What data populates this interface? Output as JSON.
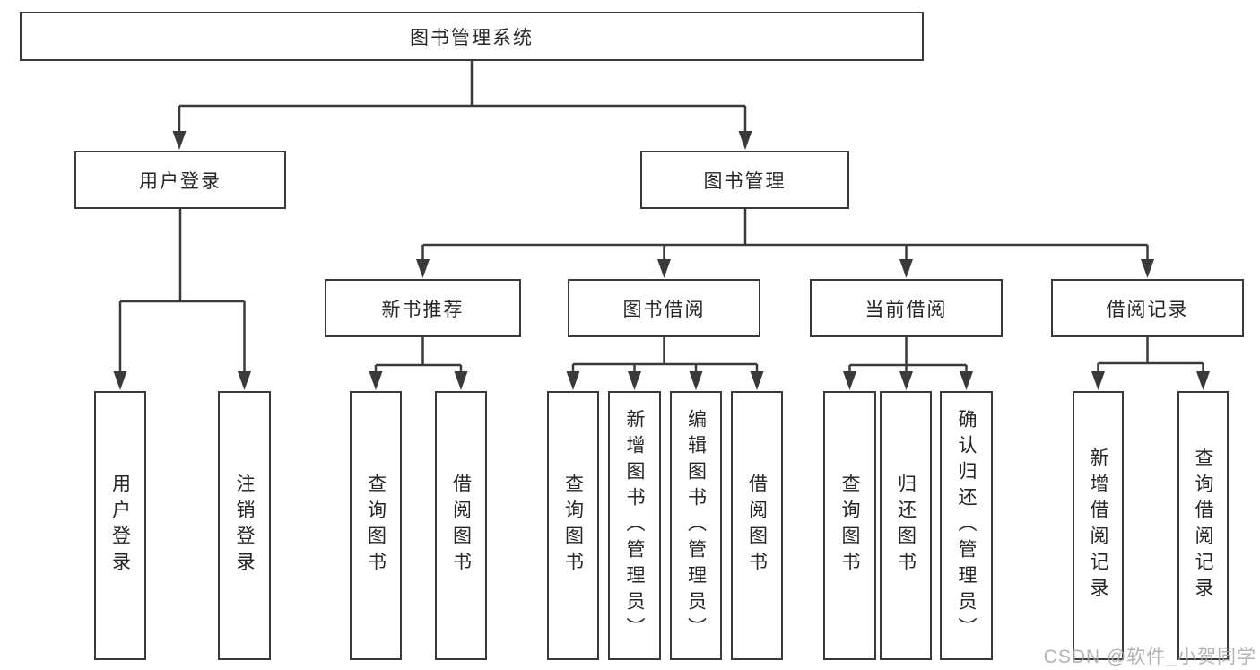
{
  "diagram": {
    "type": "hierarchy-tree",
    "root": {
      "label": "图书管理系统",
      "children": [
        {
          "label": "用户登录",
          "children": [
            {
              "label": "用户登录"
            },
            {
              "label": "注销登录"
            }
          ]
        },
        {
          "label": "图书管理",
          "children": [
            {
              "label": "新书推荐",
              "children": [
                {
                  "label": "查询图书"
                },
                {
                  "label": "借阅图书"
                }
              ]
            },
            {
              "label": "图书借阅",
              "children": [
                {
                  "label": "查询图书"
                },
                {
                  "label": "新增图书（管理员）"
                },
                {
                  "label": "编辑图书（管理员）"
                },
                {
                  "label": "借阅图书"
                }
              ]
            },
            {
              "label": "当前借阅",
              "children": [
                {
                  "label": "查询图书"
                },
                {
                  "label": "归还图书"
                },
                {
                  "label": "确认归还（管理员）"
                }
              ]
            },
            {
              "label": "借阅记录",
              "children": [
                {
                  "label": "新增借阅记录"
                },
                {
                  "label": "查询借阅记录"
                }
              ]
            }
          ]
        }
      ]
    }
  },
  "watermark": {
    "text": "CSDN @软件_小贺同学"
  },
  "colors": {
    "background": "#ffffff",
    "line": "#3a3a3a",
    "box_border": "#3a3a3a",
    "text": "#262626",
    "watermark": "#a8a8a8"
  }
}
